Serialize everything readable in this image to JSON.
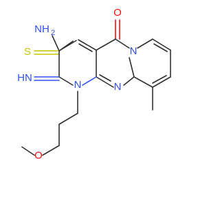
{
  "molecule": {
    "labels": {
      "nh2": "NH",
      "nh2_sub": "2",
      "thio_s": "S",
      "imine": "HN",
      "oxo": "O",
      "ring_n_top": "N",
      "ring_n_mid": "N",
      "ring_n_left": "N",
      "ether_o": "O"
    },
    "colors": {
      "carbon": "#303030",
      "nitrogen": "#3050f8",
      "oxygen": "#ff0d0d",
      "sulfur": "#c6c600"
    }
  }
}
